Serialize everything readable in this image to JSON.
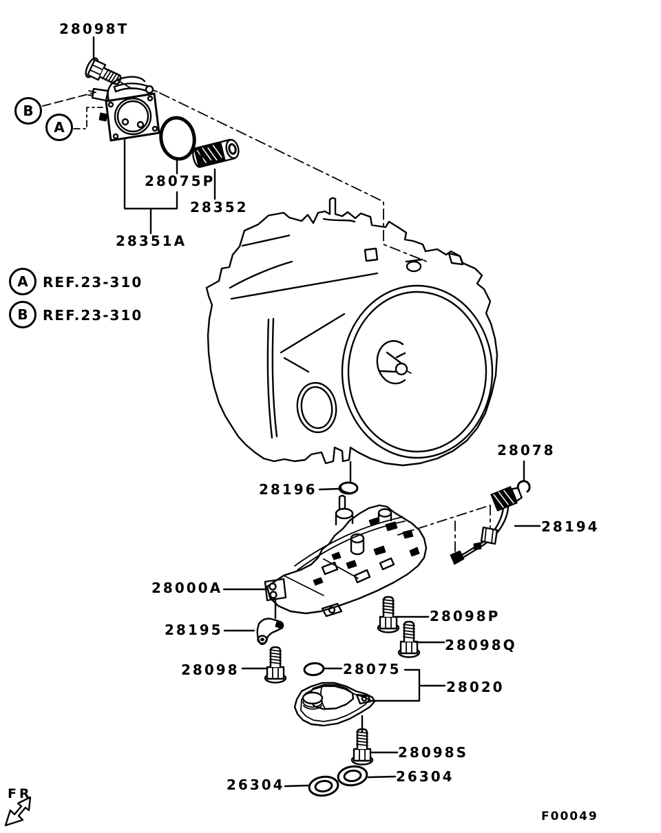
{
  "figure": {
    "code": "F00049",
    "front_label": "FR"
  },
  "callouts": {
    "top_b": "B",
    "top_a": "A"
  },
  "ref_notes": [
    {
      "marker": "A",
      "text": "REF.23-310"
    },
    {
      "marker": "B",
      "text": "REF.23-310"
    }
  ],
  "parts": [
    {
      "number": "28098T"
    },
    {
      "number": "28075P"
    },
    {
      "number": "28352"
    },
    {
      "number": "28351A"
    },
    {
      "number": "28196"
    },
    {
      "number": "28078"
    },
    {
      "number": "28194"
    },
    {
      "number": "28000A"
    },
    {
      "number": "28195"
    },
    {
      "number": "28098P"
    },
    {
      "number": "28098Q"
    },
    {
      "number": "28098"
    },
    {
      "number": "28075"
    },
    {
      "number": "28020"
    },
    {
      "number": "28098S"
    },
    {
      "number": "26304"
    },
    {
      "number": "26304"
    }
  ]
}
